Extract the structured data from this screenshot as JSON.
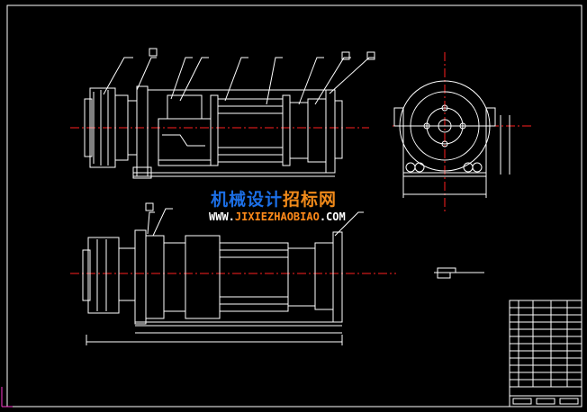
{
  "watermark": {
    "cn_part1": "机械设计",
    "cn_part2": "招标网",
    "url_part1": "WWW.",
    "url_part2": "JIXIEZHAOBIAO",
    "url_part3": ".COM"
  },
  "colors": {
    "background": "#000000",
    "lines": "#ffffff",
    "centerline": "#ff2020",
    "watermark_blue": "#1c6fe6",
    "watermark_orange": "#f08a1a"
  },
  "balloon_count_front": 9,
  "balloon_count_plan": 3
}
